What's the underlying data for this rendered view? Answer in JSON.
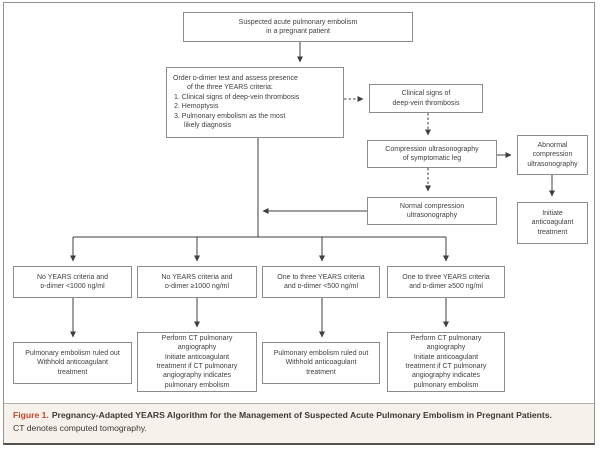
{
  "figure": {
    "caption_label": "Figure 1.",
    "caption_title": "Pregnancy-Adapted YEARS Algorithm for the Management of Suspected Acute Pulmonary Embolism in Pregnant Patients.",
    "caption_note": "CT denotes computed tomography.",
    "colors": {
      "caption_accent": "#c7452c",
      "caption_background": "#f6f2eb",
      "box_border": "#8c8c8c",
      "line_color": "#3f3f3f"
    }
  },
  "flowchart": {
    "suspected": {
      "lines": [
        "Suspected acute pulmonary embolism",
        "in a pregnant patient"
      ]
    },
    "order_ddimer": {
      "lines": [
        "Order ᴅ-dimer test and assess presence",
        "of the three YEARS criteria:",
        "1. Clinical signs of deep-vein thrombosis",
        "2. Hemoptysis",
        "3. Pulmonary embolism as the most",
        "likely diagnosis"
      ]
    },
    "clinical_signs": {
      "lines": [
        "Clinical signs of",
        "deep-vein thrombosis"
      ]
    },
    "compression_us": {
      "lines": [
        "Compression ultrasonography",
        "of symptomatic leg"
      ]
    },
    "abnormal_us": {
      "lines": [
        "Abnormal",
        "compression",
        "ultrasonography"
      ]
    },
    "initiate_treatment": {
      "lines": [
        "Initiate",
        "anticoagulant",
        "treatment"
      ]
    },
    "normal_us": {
      "lines": [
        "Normal compression",
        "ultrasonography"
      ]
    },
    "branch_no_years_low": {
      "lines": [
        "No YEARS criteria and",
        "ᴅ-dimer <1000 ng/ml"
      ]
    },
    "branch_no_years_high": {
      "lines": [
        "No YEARS criteria and",
        "ᴅ-dimer ≥1000 ng/ml"
      ]
    },
    "branch_years_low": {
      "lines": [
        "One to three YEARS criteria",
        "and ᴅ-dimer <500 ng/ml"
      ]
    },
    "branch_years_high": {
      "lines": [
        "One to three YEARS criteria",
        "and ᴅ-dimer ≥500 ng/ml"
      ]
    },
    "outcome_ruled_out_1": {
      "lines": [
        "Pulmonary embolism ruled out",
        "Withhold anticoagulant",
        "treatment"
      ]
    },
    "outcome_cta_1": {
      "lines": [
        "Perform CT pulmonary",
        "angiography",
        "Initiate anticoagulant",
        "treatment if CT pulmonary",
        "angiography indicates",
        "pulmonary embolism"
      ]
    },
    "outcome_ruled_out_2": {
      "lines": [
        "Pulmonary embolism ruled out",
        "Withhold anticoagulant",
        "treatment"
      ]
    },
    "outcome_cta_2": {
      "lines": [
        "Perform CT pulmonary",
        "angiography",
        "Initiate anticoagulant",
        "treatment if CT pulmonary",
        "angiography indicates",
        "pulmonary embolism"
      ]
    }
  }
}
